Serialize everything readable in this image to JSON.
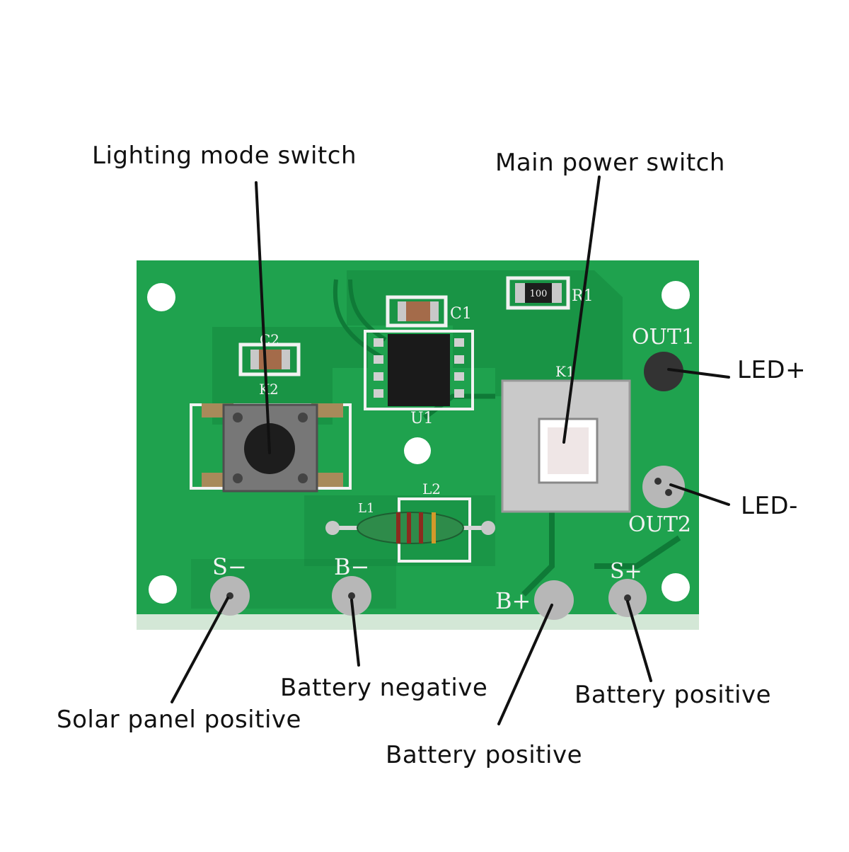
{
  "callouts": {
    "lighting_mode_switch": "Lighting mode switch",
    "main_power_switch": "Main power switch",
    "led_plus": "LED+",
    "led_minus": "LED-",
    "solar_panel_positive": "Solar panel positive",
    "battery_negative": "Battery negative",
    "battery_positive_1": "Battery positive",
    "battery_positive_2": "Battery positive"
  },
  "silkscreen": {
    "out1": "OUT1",
    "out2": "OUT2",
    "s_minus": "S−",
    "b_minus": "B−",
    "b_plus": "B+",
    "s_plus": "S+",
    "k1": "K1",
    "k2": "K2",
    "u1": "U1",
    "c1": "C1",
    "c2": "C2",
    "l1": "L1",
    "l2": "L2",
    "r1": "R1",
    "resistor_code": "100"
  },
  "colors": {
    "board": "#1fa24e",
    "trace": "#0f7a37",
    "silkscreen": "#f2f2f2",
    "pad": "#b7b7b7",
    "switch_housing": "#c9c9c9",
    "leader": "#111111"
  }
}
